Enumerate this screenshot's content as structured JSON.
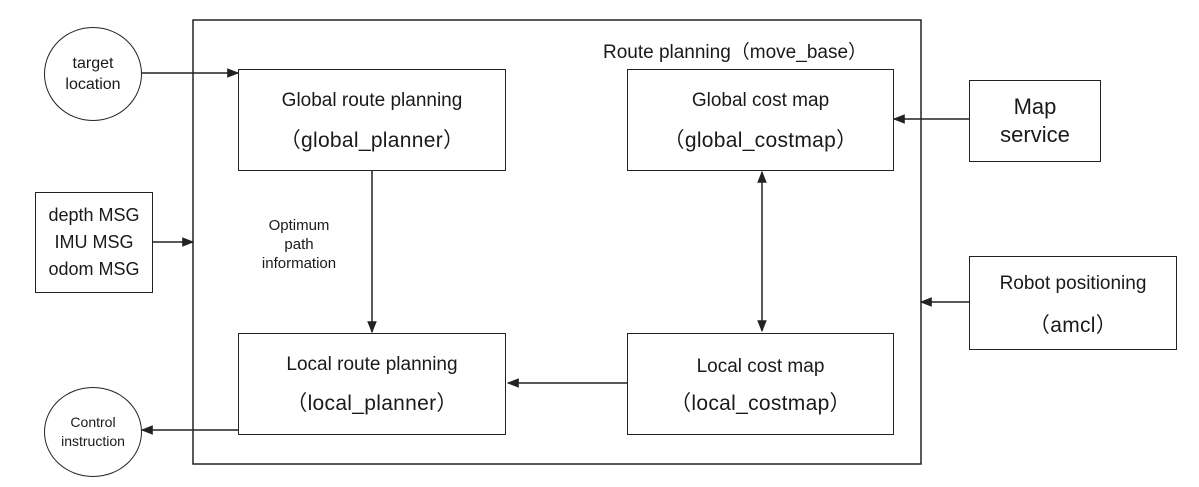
{
  "container": {
    "title": "Route planning（move_base）"
  },
  "inputs": {
    "target": [
      "target",
      "location"
    ],
    "sensors": [
      "depth MSG",
      "IMU MSG",
      "odom MSG"
    ],
    "map_service": [
      "Map",
      "service"
    ],
    "robot_positioning": {
      "title": "Robot positioning",
      "sub": "（amcl）"
    }
  },
  "blocks": {
    "global_planner": {
      "title": "Global route planning",
      "sub": "（global_planner）"
    },
    "global_costmap": {
      "title": "Global cost map",
      "sub": "（global_costmap）"
    },
    "local_planner": {
      "title": "Local route planning",
      "sub": "（local_planner）"
    },
    "local_costmap": {
      "title": "Local cost map",
      "sub": "（local_costmap）"
    }
  },
  "edge_labels": {
    "optimum_path": [
      "Optimum",
      "path",
      "information"
    ]
  },
  "outputs": {
    "control": [
      "Control",
      "instruction"
    ]
  }
}
